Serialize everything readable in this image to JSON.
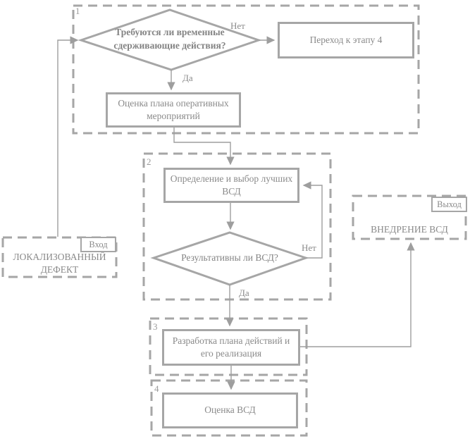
{
  "colors": {
    "border": "#a6a6a6",
    "connector": "#9e9e9e",
    "text": "#8a8a8a"
  },
  "sections": {
    "s1": {
      "label": "1"
    },
    "s2": {
      "label": "2"
    },
    "s3": {
      "label": "3"
    },
    "s4": {
      "label": "4"
    }
  },
  "nodes": {
    "decision1": {
      "text": "Требуются ли временные\nсдерживающие действия?"
    },
    "goto_stage4": {
      "text": "Переход к этапу 4"
    },
    "plan_eval": {
      "text": "Оценка плана оперативных\nмероприятий"
    },
    "select_vsd": {
      "text": "Определение и выбор лучших\nВСД"
    },
    "decision2": {
      "text": "Результативны ли ВСД?"
    },
    "develop_plan": {
      "text": "Разработка плана действий и\nего реализация"
    },
    "vsd_eval": {
      "text": "Оценка ВСД"
    },
    "input_block": {
      "badge": "Вход",
      "text": "ЛОКАЛИЗОВАННЫЙ\nДЕФЕКТ"
    },
    "output_block": {
      "badge": "Выход",
      "text": "ВНЕДРЕНИЕ ВСД"
    }
  },
  "edge_labels": {
    "d1_no": "Нет",
    "d1_yes": "Да",
    "d2_no": "Нет",
    "d2_yes": "Да"
  }
}
